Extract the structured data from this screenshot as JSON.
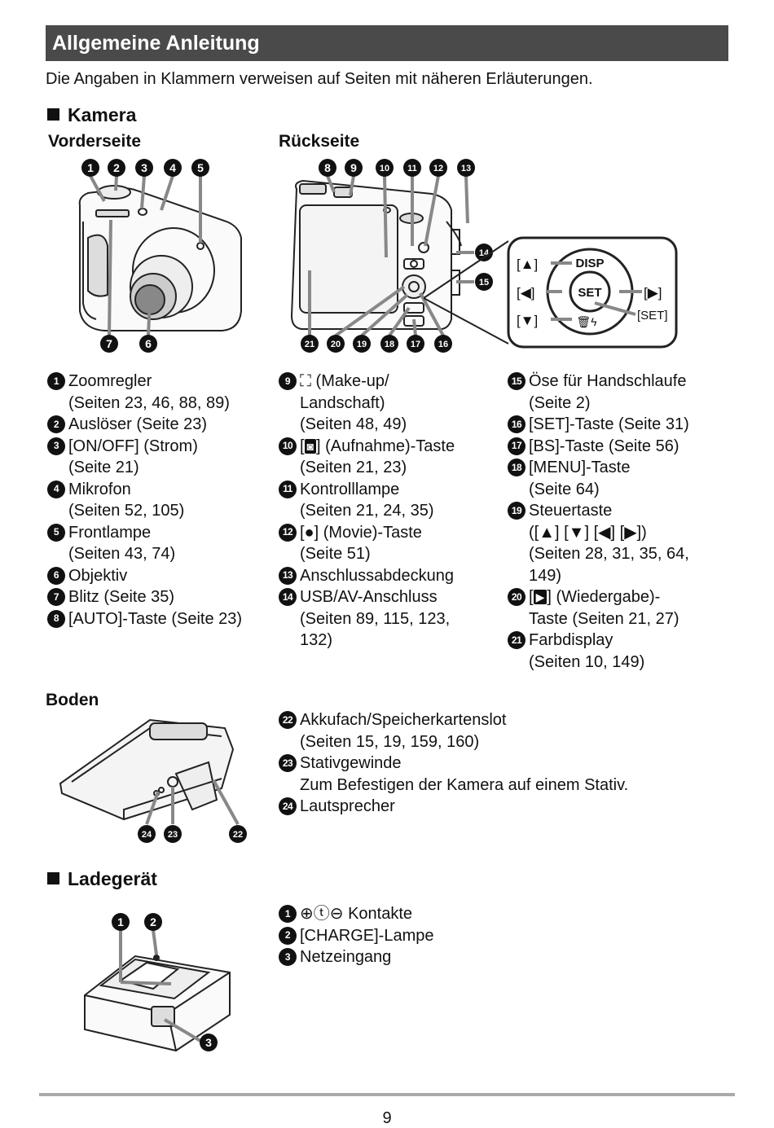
{
  "header": {
    "title": "Allgemeine Anleitung"
  },
  "intro": "Die Angaben in Klammern verweisen auf Seiten mit näheren Erläuterungen.",
  "camera": {
    "heading": "Kamera",
    "front_label": "Vorderseite",
    "back_label": "Rückseite",
    "callouts_front_top": [
      "1",
      "2",
      "3",
      "4",
      "5"
    ],
    "callouts_front_bottom": [
      "7",
      "6"
    ],
    "callouts_back_top": [
      "8",
      "9",
      "10",
      "11",
      "12",
      "13"
    ],
    "callouts_back_side": [
      "14",
      "15"
    ],
    "callouts_back_bottom": [
      "21",
      "20",
      "19",
      "18",
      "17",
      "16"
    ],
    "dial": {
      "up": "[▲]",
      "left": "[◀]",
      "down": "[▼]",
      "right": "[▶]",
      "disp": "DISP",
      "set": "SET",
      "set_label": "[SET]"
    },
    "col1": [
      {
        "n": "1",
        "text": "Zoomregler\n(Seiten 23, 46, 88, 89)"
      },
      {
        "n": "2",
        "text": "Auslöser (Seite 23)"
      },
      {
        "n": "3",
        "text": "[ON/OFF] (Strom)\n(Seite 21)"
      },
      {
        "n": "4",
        "text": "Mikrofon\n(Seiten 52, 105)"
      },
      {
        "n": "5",
        "text": "Frontlampe\n(Seiten 43, 74)"
      },
      {
        "n": "6",
        "text": "Objektiv"
      },
      {
        "n": "7",
        "text": "Blitz (Seite 35)"
      },
      {
        "n": "8",
        "text": "[AUTO]-Taste (Seite 23)"
      }
    ],
    "col2": [
      {
        "n": "9",
        "text": "⛶ (Make-up/\nLandschaft)\n(Seiten 48, 49)"
      },
      {
        "n": "10",
        "pre": "[",
        "icon": "◙",
        "post": "] (Aufnahme)-Taste\n(Seiten 21, 23)"
      },
      {
        "n": "11",
        "text": "Kontrolllampe\n(Seiten 21, 24, 35)"
      },
      {
        "n": "12",
        "text": "[●] (Movie)-Taste\n(Seite 51)"
      },
      {
        "n": "13",
        "text": "Anschlussabdeckung"
      },
      {
        "n": "14",
        "text": "USB/AV-Anschluss\n(Seiten 89, 115, 123,\n132)"
      }
    ],
    "col3": [
      {
        "n": "15",
        "text": "Öse für Handschlaufe\n(Seite 2)"
      },
      {
        "n": "16",
        "text": "[SET]-Taste (Seite 31)"
      },
      {
        "n": "17",
        "text": "[BS]-Taste (Seite 56)"
      },
      {
        "n": "18",
        "text": "[MENU]-Taste\n(Seite 64)"
      },
      {
        "n": "19",
        "text": "Steuertaste\n([▲] [▼] [◀] [▶])\n(Seiten 28, 31, 35, 64,\n149)"
      },
      {
        "n": "20",
        "pre": "[",
        "icon": "▶",
        "post": "] (Wiedergabe)-\nTaste (Seiten 21, 27)"
      },
      {
        "n": "21",
        "text": "Farbdisplay\n(Seiten 10, 149)"
      }
    ]
  },
  "bottom": {
    "label": "Boden",
    "callouts": [
      "24",
      "23",
      "22"
    ],
    "items": [
      {
        "n": "22",
        "text": "Akkufach/Speicherkartenslot\n(Seiten 15, 19, 159, 160)"
      },
      {
        "n": "23",
        "text": "Stativgewinde\nZum Befestigen der Kamera auf einem Stativ."
      },
      {
        "n": "24",
        "text": "Lautsprecher"
      }
    ]
  },
  "charger": {
    "heading": "Ladegerät",
    "callouts": [
      "1",
      "2",
      "3"
    ],
    "items": [
      {
        "n": "1",
        "text": "⊕ⓣ⊖ Kontakte"
      },
      {
        "n": "2",
        "text": "[CHARGE]-Lampe"
      },
      {
        "n": "3",
        "text": "Netzeingang"
      }
    ]
  },
  "page_number": "9"
}
